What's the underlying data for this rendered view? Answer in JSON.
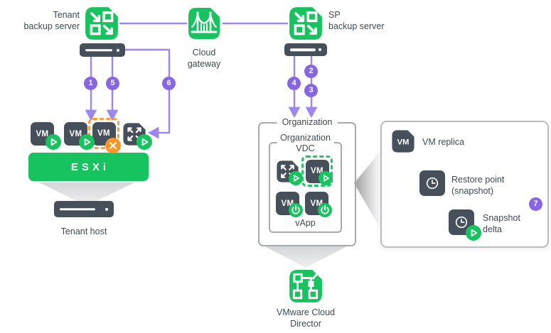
{
  "colors": {
    "green": "#16c35f",
    "dark_slate": "#46505a",
    "purple_line": "#9e86ef",
    "purple_badge": "#8766e2",
    "orange": "#ff9426",
    "orange_dash": "#ff9e2c",
    "green_dash": "#1fc767",
    "label_text": "#3e4952",
    "frame_gray": "#a6aaae"
  },
  "nodes": {
    "tenant_backup_server": {
      "label_lines": [
        "Tenant",
        "backup server"
      ]
    },
    "cloud_gateway": {
      "label_lines": [
        "Cloud",
        "gateway"
      ]
    },
    "sp_backup_server": {
      "label_lines": [
        "SP",
        "backup server"
      ]
    },
    "esxi": {
      "label": "ESXi"
    },
    "tenant_host": {
      "label": "Tenant host"
    },
    "organization": {
      "label": "Organization"
    },
    "organization_vdc": {
      "label_lines": [
        "Organization",
        "VDC"
      ]
    },
    "vapp": {
      "label": "vApp"
    },
    "vmware_cloud_director": {
      "label_lines": [
        "VMware Cloud",
        "Director"
      ]
    },
    "vm": {
      "label": "VM"
    },
    "vm_replica": {
      "label": "VM replica"
    },
    "restore_point": {
      "label_lines": [
        "Restore point",
        "(snapshot)"
      ]
    },
    "snapshot_delta": {
      "label_lines": [
        "Snapshot",
        "delta"
      ]
    }
  },
  "steps": [
    "1",
    "2",
    "3",
    "4",
    "5",
    "6",
    "7"
  ]
}
